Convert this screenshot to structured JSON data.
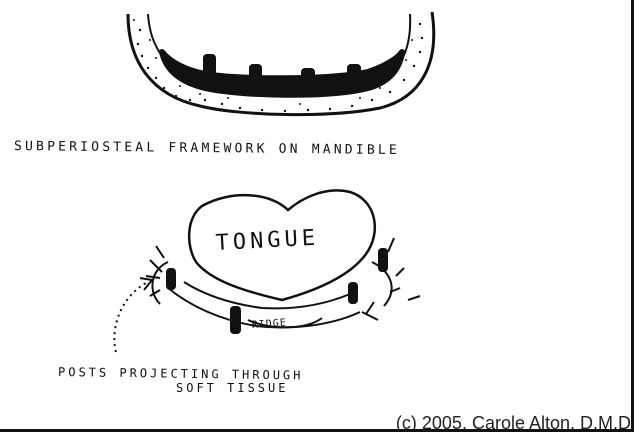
{
  "labels": {
    "top_caption": "SUBPERIOSTEAL FRAMEWORK ON MANDIBLE",
    "tongue": "TONGUE",
    "ridge": "RIDGE",
    "bottom_caption_line1": "POSTS PROJECTING THROUGH",
    "bottom_caption_line2": "SOFT TISSUE",
    "copyright": "(c) 2005, Carole Alton, D.M.D."
  },
  "colors": {
    "ink": "#111111",
    "background": "#ffffff"
  }
}
